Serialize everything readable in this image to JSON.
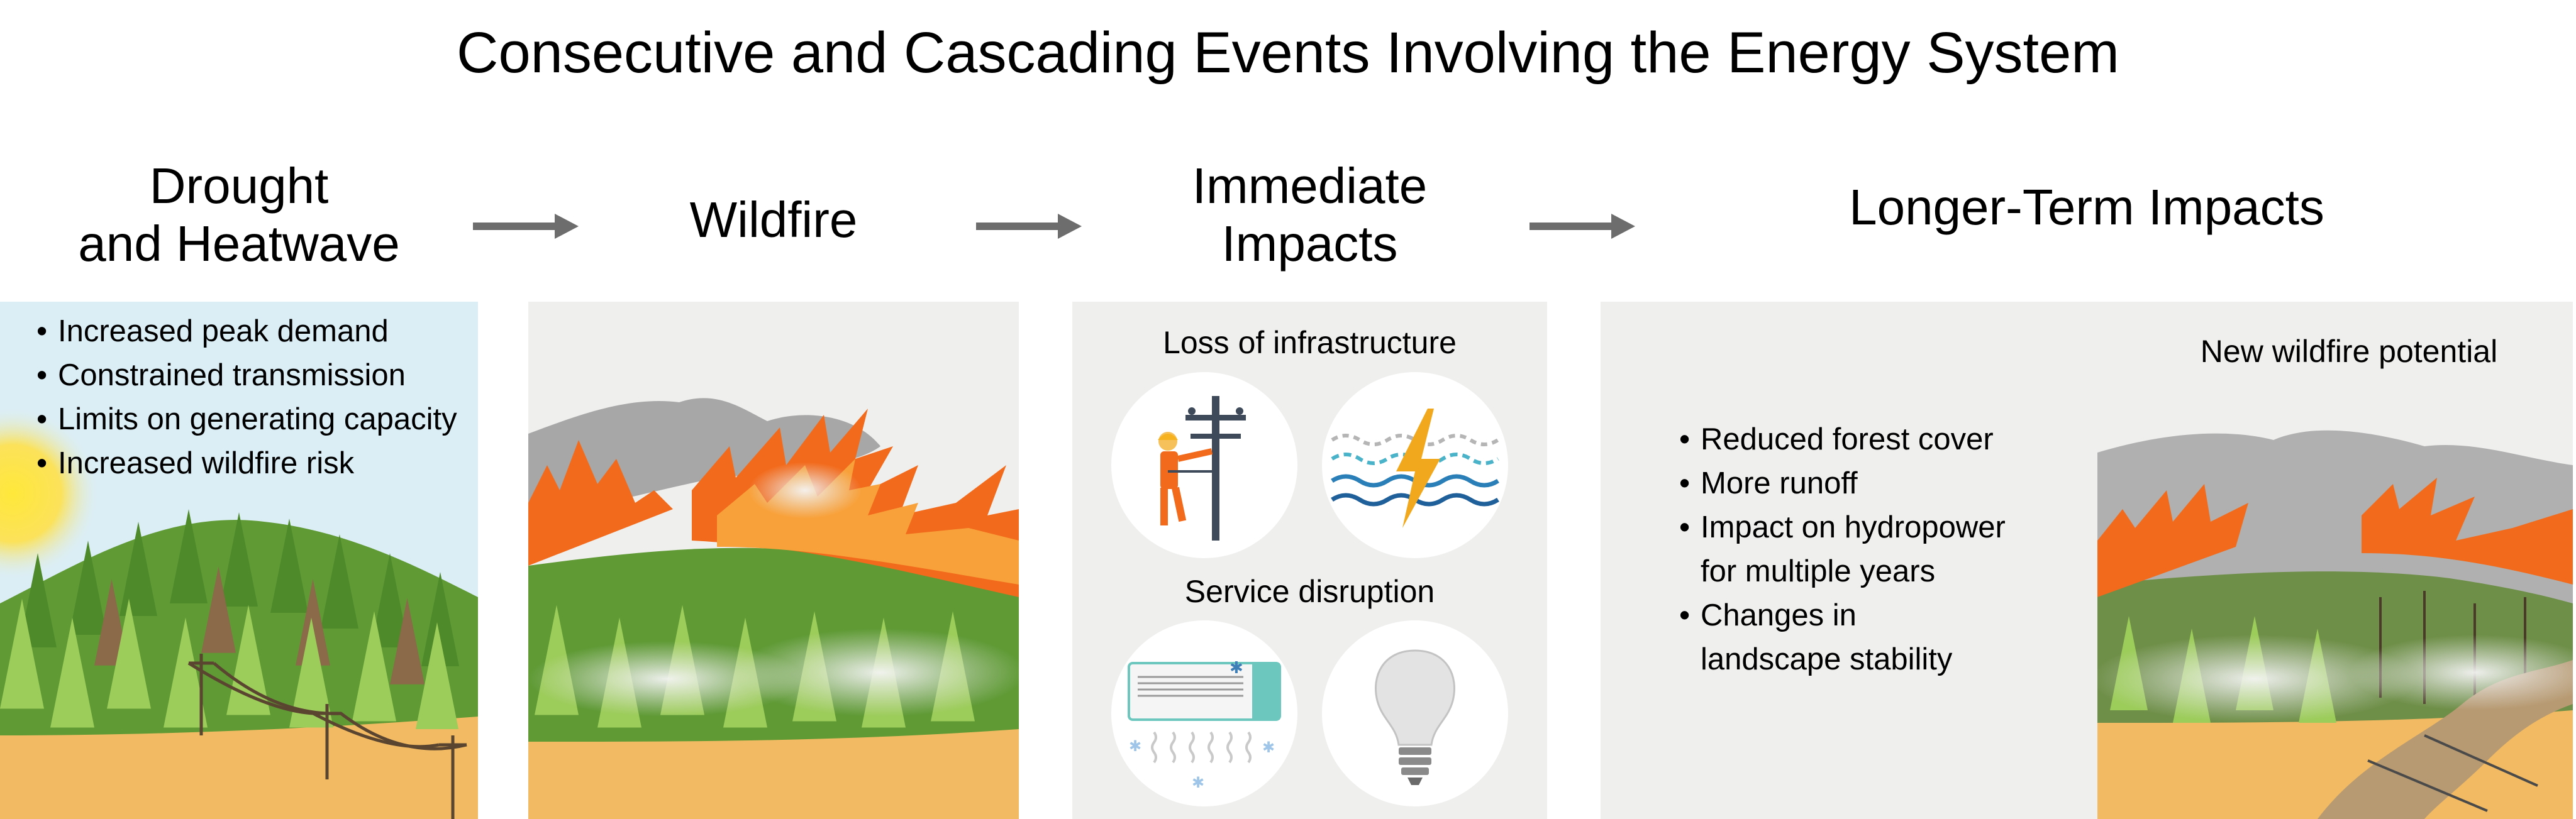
{
  "title": "Consecutive and Cascading Events Involving the Energy System",
  "phases": {
    "drought": {
      "heading_line1": "Drought",
      "heading_line2": "and Heatwave"
    },
    "wildfire": {
      "heading": "Wildfire"
    },
    "immediate": {
      "heading_line1": "Immediate",
      "heading_line2": "Impacts"
    },
    "longer": {
      "heading": "Longer-Term Impacts"
    }
  },
  "drought_bullets": [
    "Increased peak demand",
    "Constrained transmission",
    "Limits on generating capacity",
    "Increased wildfire risk"
  ],
  "immediate": {
    "loss_caption": "Loss of infrastructure",
    "service_caption": "Service disruption"
  },
  "longer": {
    "new_potential_caption": "New wildfire potential",
    "bullets": [
      "Reduced forest cover",
      "More runoff",
      "Impact on hydropower",
      "for multiple years",
      "Changes in",
      "landscape stability"
    ]
  },
  "icons": [
    "arrow-right-icon",
    "lineworker-icon",
    "power-surge-icon",
    "air-conditioner-icon",
    "light-bulb-icon",
    "sun-icon"
  ],
  "colors": {
    "sky": "#dbeef6",
    "panel_gray": "#efefee",
    "ground": "#f2ba62",
    "forest_green": "#6aa33b",
    "flame_orange": "#f26a1b",
    "smoke_gray": "#a7a7a7",
    "arrow_gray": "#6d6d6d"
  }
}
